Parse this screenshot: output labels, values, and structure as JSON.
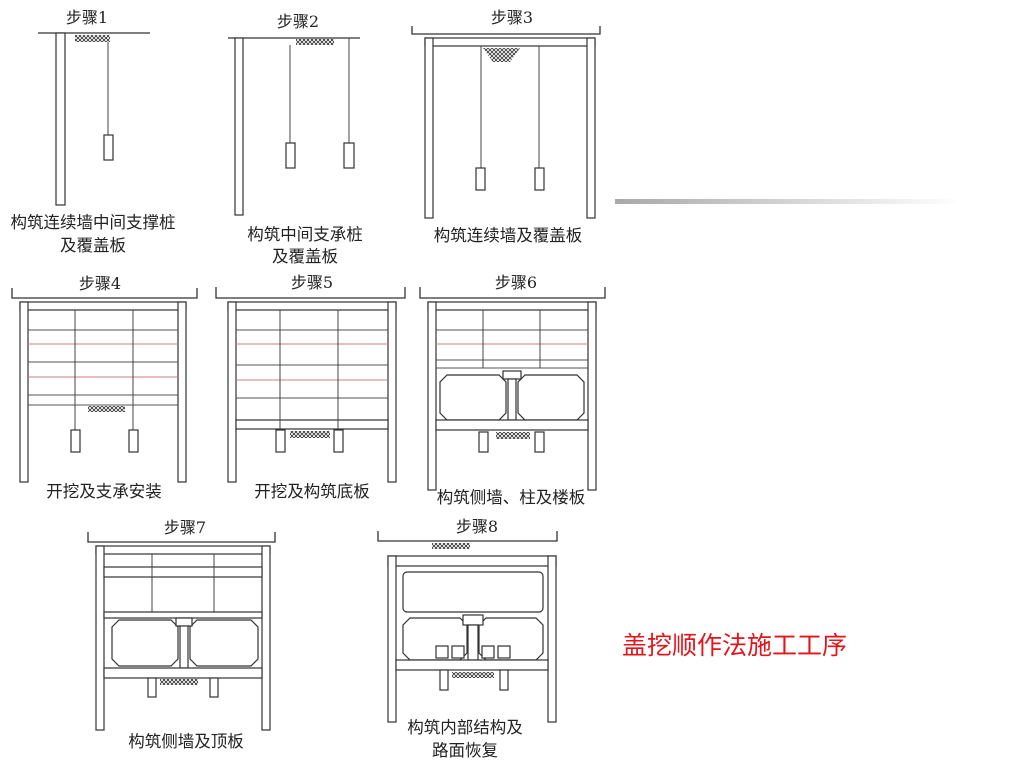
{
  "steps": [
    {
      "label": "步骤1",
      "caption": [
        "构筑连续墙中间支撑桩",
        "及覆盖板"
      ]
    },
    {
      "label": "步骤2",
      "caption": [
        "构筑中间支承桩",
        "及覆盖板"
      ]
    },
    {
      "label": "步骤3",
      "caption": [
        "构筑连续墙及覆盖板"
      ]
    },
    {
      "label": "步骤4",
      "caption": [
        "开挖及支承安装"
      ]
    },
    {
      "label": "步骤5",
      "caption": [
        "开挖及构筑底板"
      ]
    },
    {
      "label": "步骤6",
      "caption": [
        "构筑侧墙、柱及楼板"
      ]
    },
    {
      "label": "步骤7",
      "caption": [
        "构筑侧墙及顶板"
      ]
    },
    {
      "label": "步骤8",
      "caption": [
        "构筑内部结构及",
        "路面恢复"
      ]
    }
  ],
  "title": "盖挖顺作法施工工序",
  "colors": {
    "title": "#e3151b",
    "line": "#333333"
  }
}
